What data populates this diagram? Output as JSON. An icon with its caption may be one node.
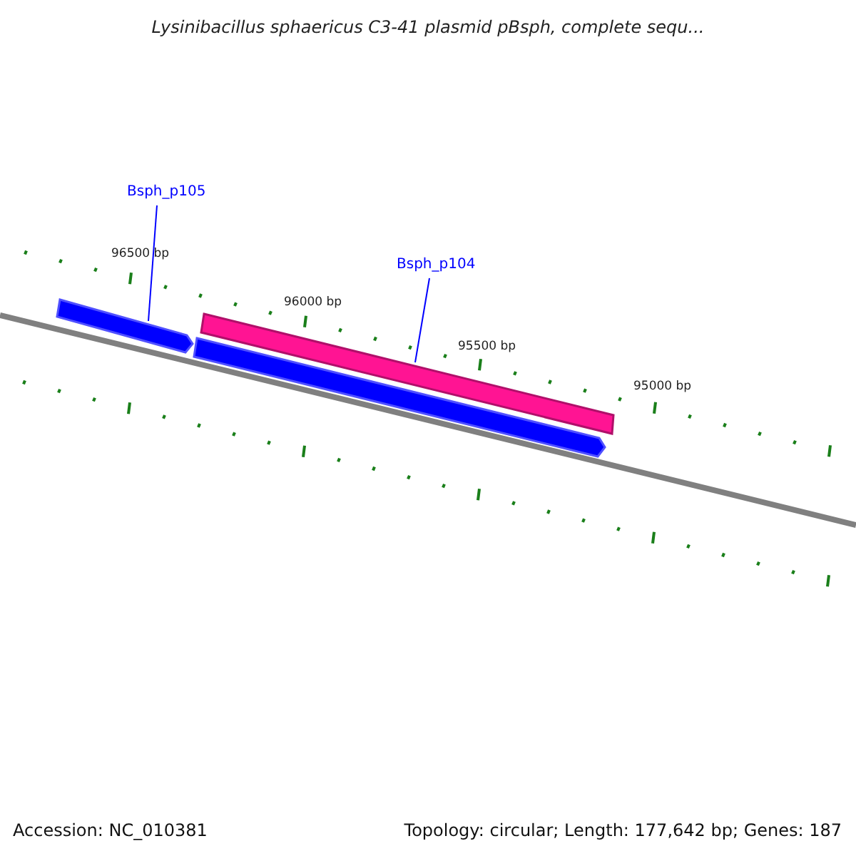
{
  "diagram": {
    "title": "Lysinibacillus sphaericus C3-41 plasmid pBsph, complete sequ...",
    "nodes": [
      {
        "text": [
          "Bsph_p105"
        ]
      },
      {
        "text": [],
        "shape": "arrow"
      },
      {
        "text": [
          "Bsph_p104"
        ]
      },
      {
        "text": [],
        "shape": "bar"
      },
      {
        "text": [],
        "shape": "arrow"
      }
    ],
    "edges": [
      {
        "from": 0,
        "to": 1,
        "arrow": "none"
      },
      {
        "from": 2,
        "to": 3,
        "arrow": "none"
      }
    ],
    "labels": [
      "96500 bp",
      "96000 bp",
      "95500 bp",
      "95000 bp",
      "Accession: NC_010381",
      "Topology: circular; Length: 177,642 bp; Genes: 187"
    ]
  }
}
